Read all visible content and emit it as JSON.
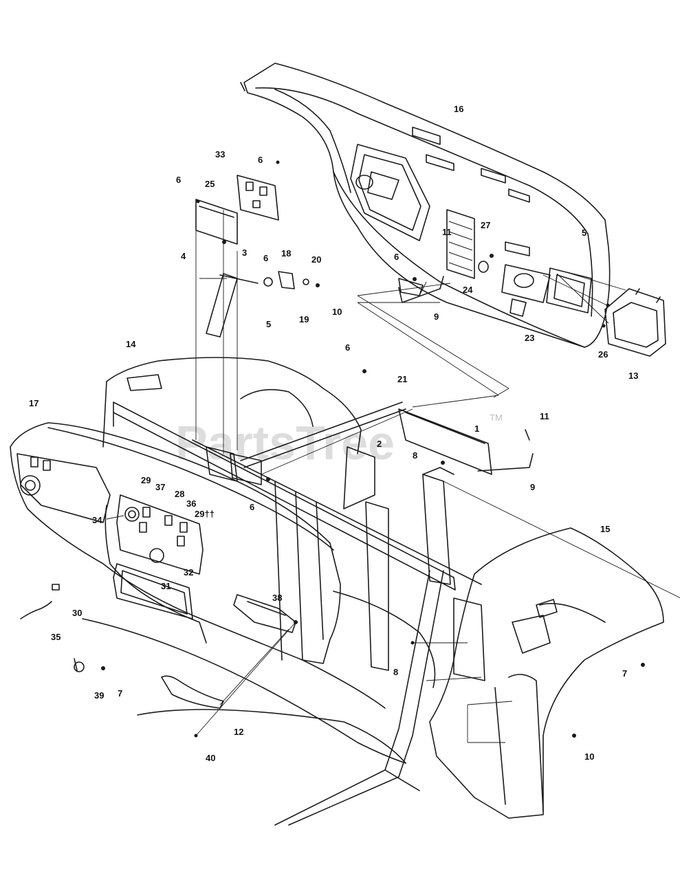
{
  "watermark": {
    "brand": "PartsTree",
    "trademark": "TM"
  },
  "callouts": [
    {
      "id": "c1",
      "label": "1"
    },
    {
      "id": "c2",
      "label": "2"
    },
    {
      "id": "c3",
      "label": "3"
    },
    {
      "id": "c4",
      "label": "4"
    },
    {
      "id": "c5a",
      "label": "5"
    },
    {
      "id": "c5b",
      "label": "5"
    },
    {
      "id": "c6a",
      "label": "6"
    },
    {
      "id": "c6b",
      "label": "6"
    },
    {
      "id": "c6c",
      "label": "6"
    },
    {
      "id": "c6d",
      "label": "6"
    },
    {
      "id": "c6e",
      "label": "6"
    },
    {
      "id": "c6f",
      "label": "6"
    },
    {
      "id": "c7a",
      "label": "7"
    },
    {
      "id": "c7b",
      "label": "7"
    },
    {
      "id": "c8a",
      "label": "8"
    },
    {
      "id": "c8b",
      "label": "8"
    },
    {
      "id": "c9a",
      "label": "9"
    },
    {
      "id": "c9b",
      "label": "9"
    },
    {
      "id": "c10a",
      "label": "10"
    },
    {
      "id": "c10b",
      "label": "10"
    },
    {
      "id": "c11a",
      "label": "11"
    },
    {
      "id": "c11b",
      "label": "11"
    },
    {
      "id": "c12",
      "label": "12"
    },
    {
      "id": "c13",
      "label": "13"
    },
    {
      "id": "c14",
      "label": "14"
    },
    {
      "id": "c15",
      "label": "15"
    },
    {
      "id": "c16",
      "label": "16"
    },
    {
      "id": "c17",
      "label": "17"
    },
    {
      "id": "c18",
      "label": "18"
    },
    {
      "id": "c19",
      "label": "19"
    },
    {
      "id": "c20",
      "label": "20"
    },
    {
      "id": "c21",
      "label": "21"
    },
    {
      "id": "c23",
      "label": "23"
    },
    {
      "id": "c24",
      "label": "24"
    },
    {
      "id": "c25",
      "label": "25"
    },
    {
      "id": "c26",
      "label": "26"
    },
    {
      "id": "c27",
      "label": "27"
    },
    {
      "id": "c28",
      "label": "28"
    },
    {
      "id": "c29a",
      "label": "29"
    },
    {
      "id": "c29b",
      "label": "29††"
    },
    {
      "id": "c30",
      "label": "30"
    },
    {
      "id": "c31",
      "label": "31"
    },
    {
      "id": "c32",
      "label": "32"
    },
    {
      "id": "c33",
      "label": "33"
    },
    {
      "id": "c34",
      "label": "34"
    },
    {
      "id": "c35",
      "label": "35"
    },
    {
      "id": "c36",
      "label": "36"
    },
    {
      "id": "c37",
      "label": "37"
    },
    {
      "id": "c38",
      "label": "38"
    },
    {
      "id": "c39",
      "label": "39"
    },
    {
      "id": "c40",
      "label": "40"
    }
  ]
}
